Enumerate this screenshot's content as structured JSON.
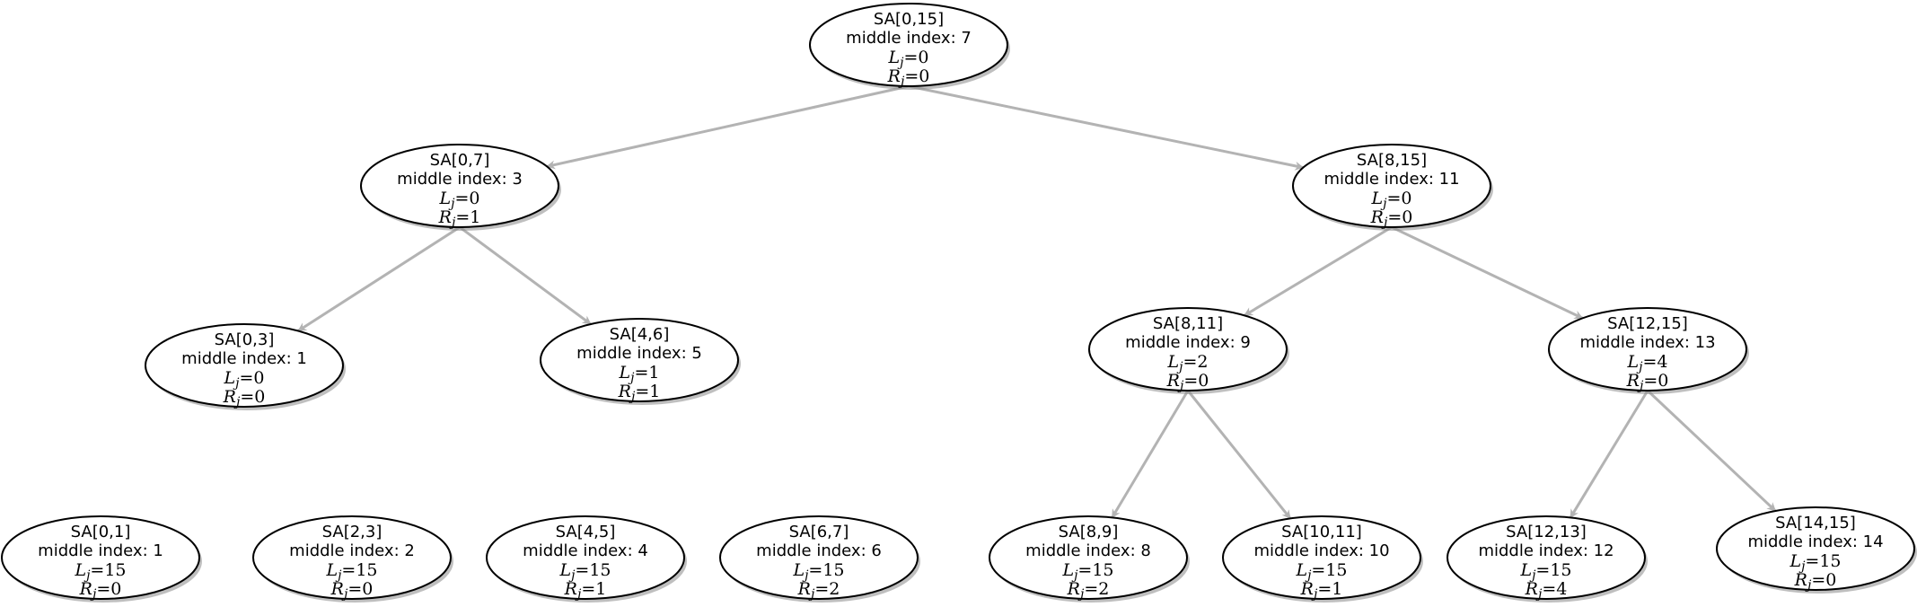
{
  "tree": {
    "nodes": [
      {
        "id": "n0-15",
        "range": "SA[0,15]",
        "middle": "7",
        "L": "0",
        "R": "0",
        "parent": null
      },
      {
        "id": "n0-7",
        "range": "SA[0,7]",
        "middle": "3",
        "L": "0",
        "R": "1",
        "parent": "n0-15"
      },
      {
        "id": "n8-15",
        "range": "SA[8,15]",
        "middle": "11",
        "L": "0",
        "R": "0",
        "parent": "n0-15"
      },
      {
        "id": "n0-3",
        "range": "SA[0,3]",
        "middle": "1",
        "L": "0",
        "R": "0",
        "parent": "n0-7"
      },
      {
        "id": "n4-6",
        "range": "SA[4,6]",
        "middle": "5",
        "L": "1",
        "R": "1",
        "parent": "n0-7"
      },
      {
        "id": "n8-11",
        "range": "SA[8,11]",
        "middle": "9",
        "L": "2",
        "R": "0",
        "parent": "n8-15"
      },
      {
        "id": "n12-15",
        "range": "SA[12,15]",
        "middle": "13",
        "L": "4",
        "R": "0",
        "parent": "n8-15"
      },
      {
        "id": "n0-1",
        "range": "SA[0,1]",
        "middle": "1",
        "L": "15",
        "R": "0",
        "parent": null
      },
      {
        "id": "n2-3",
        "range": "SA[2,3]",
        "middle": "2",
        "L": "15",
        "R": "0",
        "parent": null
      },
      {
        "id": "n4-5",
        "range": "SA[4,5]",
        "middle": "4",
        "L": "15",
        "R": "1",
        "parent": null
      },
      {
        "id": "n6-7",
        "range": "SA[6,7]",
        "middle": "6",
        "L": "15",
        "R": "2",
        "parent": null
      },
      {
        "id": "n8-9",
        "range": "SA[8,9]",
        "middle": "8",
        "L": "15",
        "R": "2",
        "parent": "n8-11"
      },
      {
        "id": "n10-11",
        "range": "SA[10,11]",
        "middle": "10",
        "L": "15",
        "R": "1",
        "parent": "n8-11"
      },
      {
        "id": "n12-13",
        "range": "SA[12,13]",
        "middle": "12",
        "L": "15",
        "R": "4",
        "parent": "n12-15"
      },
      {
        "id": "n14-15",
        "range": "SA[14,15]",
        "middle": "14",
        "L": "15",
        "R": "0",
        "parent": "n12-15"
      }
    ],
    "middle_label": "middle index: ",
    "L_symbol": "L",
    "R_symbol": "R",
    "subscript": "j",
    "equals": "="
  },
  "colors": {
    "edge": "#b3b3b3",
    "node_stroke": "#000000",
    "node_fill": "#ffffff",
    "shadow": "#8a8a8a"
  }
}
